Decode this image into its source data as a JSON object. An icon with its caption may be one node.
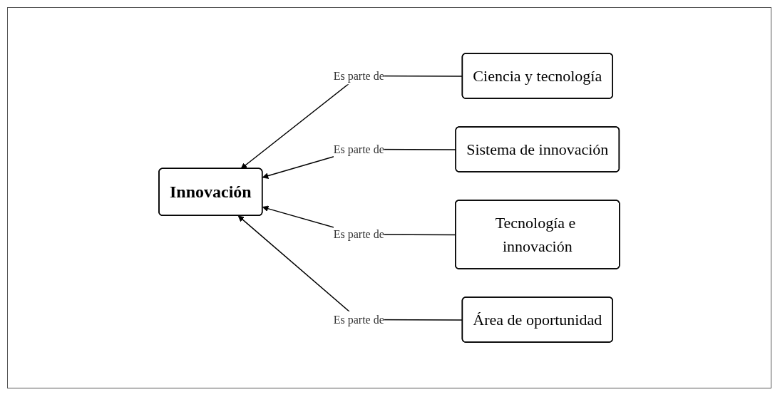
{
  "diagram": {
    "nodes": [
      {
        "text": [
          "Innovación"
        ]
      },
      {
        "text": [
          "Ciencia y tecnología"
        ]
      },
      {
        "text": [
          "Sistema de innovación"
        ]
      },
      {
        "text": [
          "Tecnología e innovación"
        ]
      },
      {
        "text": [
          "Área de oportunidad"
        ]
      }
    ],
    "edges": [
      {
        "from": 1,
        "to": 0,
        "arrow": "to",
        "label": "Es parte de"
      },
      {
        "from": 2,
        "to": 0,
        "arrow": "to",
        "label": "Es parte de"
      },
      {
        "from": 3,
        "to": 0,
        "arrow": "to",
        "label": "Es parte de"
      },
      {
        "from": 4,
        "to": 0,
        "arrow": "to",
        "label": "Es parte de"
      }
    ]
  }
}
